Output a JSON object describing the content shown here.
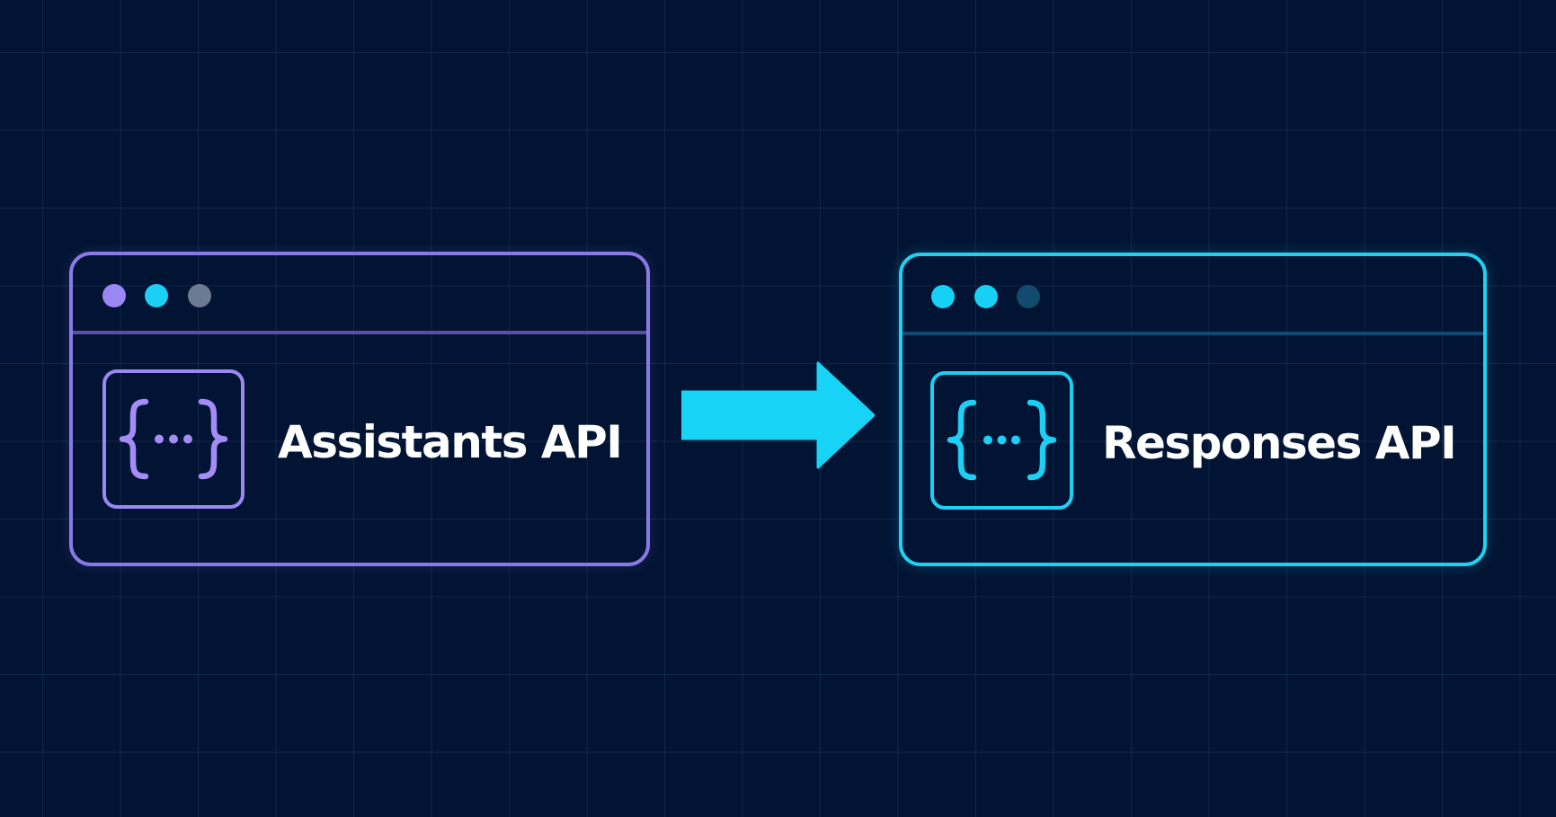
{
  "colors": {
    "background": "#021433",
    "assistants_accent": "#8a78e8",
    "responses_accent": "#1ed2f3",
    "arrow": "#17d3f6",
    "text": "#ffffff"
  },
  "source_window": {
    "label": "Assistants API",
    "icon": "code-braces-icon",
    "dots": [
      "purple",
      "cyan",
      "gray"
    ]
  },
  "arrow": {
    "icon": "right-arrow-icon"
  },
  "target_window": {
    "label": "Responses API",
    "icon": "code-braces-icon",
    "dots": [
      "cyan",
      "cyan",
      "dark-teal"
    ]
  }
}
